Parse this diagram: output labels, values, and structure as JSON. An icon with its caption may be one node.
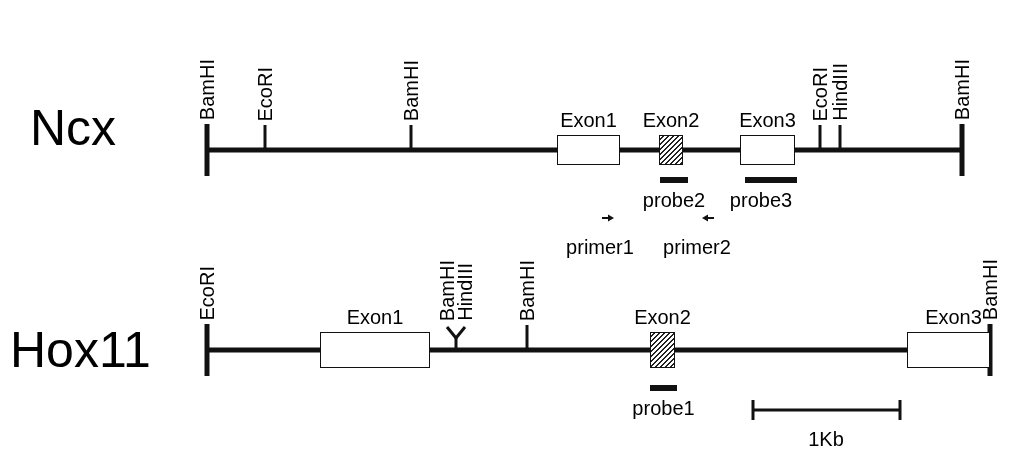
{
  "diagram": {
    "nodes": [
      {
        "text": [
          "Exon1"
        ]
      },
      {
        "text": [
          "Exon2"
        ]
      },
      {
        "text": [
          "Exon3"
        ]
      },
      {
        "text": [
          "probe2"
        ]
      },
      {
        "text": [
          "probe3"
        ]
      },
      {
        "text": [
          "Exon1"
        ]
      },
      {
        "text": [
          "Exon2"
        ]
      },
      {
        "text": [
          "Exon3"
        ]
      },
      {
        "text": [
          "probe1"
        ]
      }
    ],
    "labels": [
      "BamHI",
      "EcoRI",
      "BamHI",
      "EcoRI",
      "HindIII",
      "BamHI",
      "Ncx",
      "primer1",
      "primer2",
      "EcoRI",
      "BamHI",
      "HindIII",
      "BamHI",
      "BamHI",
      "Hox11",
      "1Kb"
    ]
  }
}
